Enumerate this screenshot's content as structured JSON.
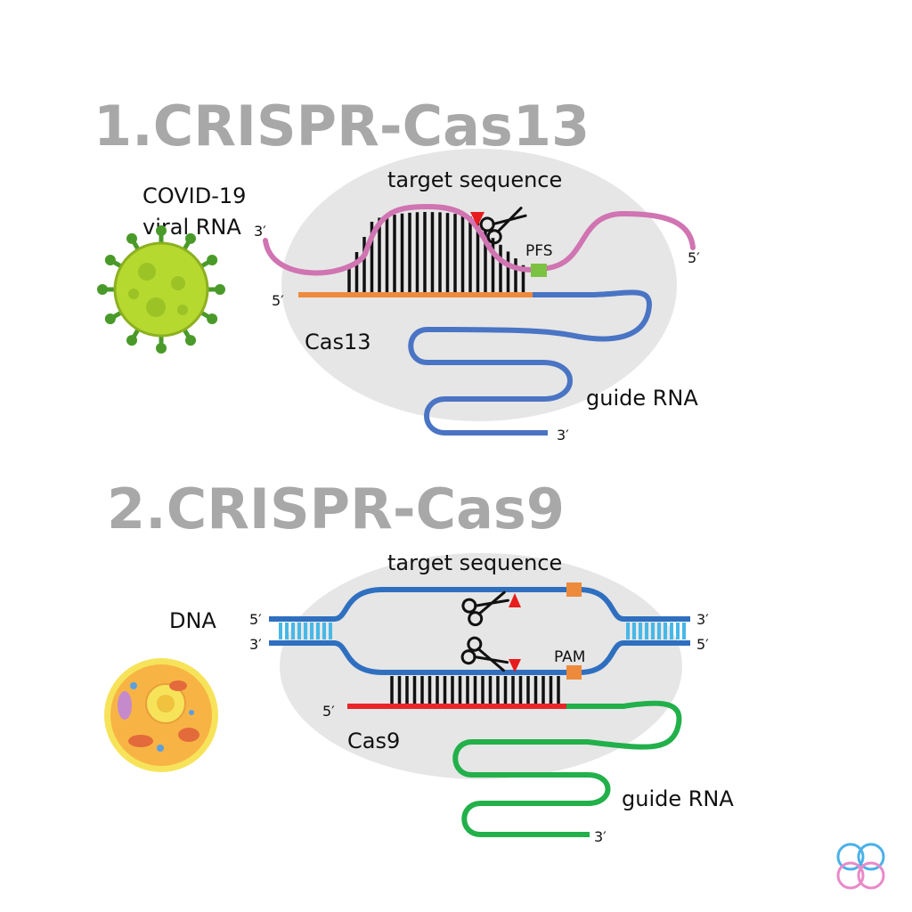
{
  "cas13": {
    "title": "1.CRISPR-Cas13",
    "target_label": "target sequence",
    "source_line1": "COVID-19",
    "source_line2": "viral RNA",
    "viral_3prime": "3′",
    "viral_5prime": "5′",
    "guide_5prime": "5′",
    "guide_3prime": "3′",
    "protein_label": "Cas13",
    "guide_label": "guide RNA",
    "motif_label": "PFS"
  },
  "cas9": {
    "title": "2.CRISPR-Cas9",
    "target_label": "target sequence",
    "source_label": "DNA",
    "left_top_end": "5′",
    "left_bottom_end": "3′",
    "right_top_end": "3′",
    "right_bottom_end": "5′",
    "guide_5prime": "5′",
    "guide_3prime": "3′",
    "protein_label": "Cas9",
    "guide_label": "guide RNA",
    "motif_label": "PAM"
  },
  "colors": {
    "title_gray": "#a8a8a8",
    "ellipse_gray": "#e6e6e6",
    "viral_rna": "#d074b2",
    "guide13_spacer": "#ee8a3c",
    "guide13_scaffold": "#4a74c4",
    "pfs": "#7cc242",
    "dna_strand": "#2f6fc0",
    "dna_rungs": "#46b8e8",
    "guide9_spacer": "#e8252a",
    "guide9_scaffold": "#22b04a",
    "pam": "#ee8a3c",
    "cut_marker": "#e81c1c"
  },
  "icons": {
    "virus": "virus-icon",
    "cell": "cell-icon",
    "scissors": "scissors-icon",
    "logo": "logo-icon"
  }
}
